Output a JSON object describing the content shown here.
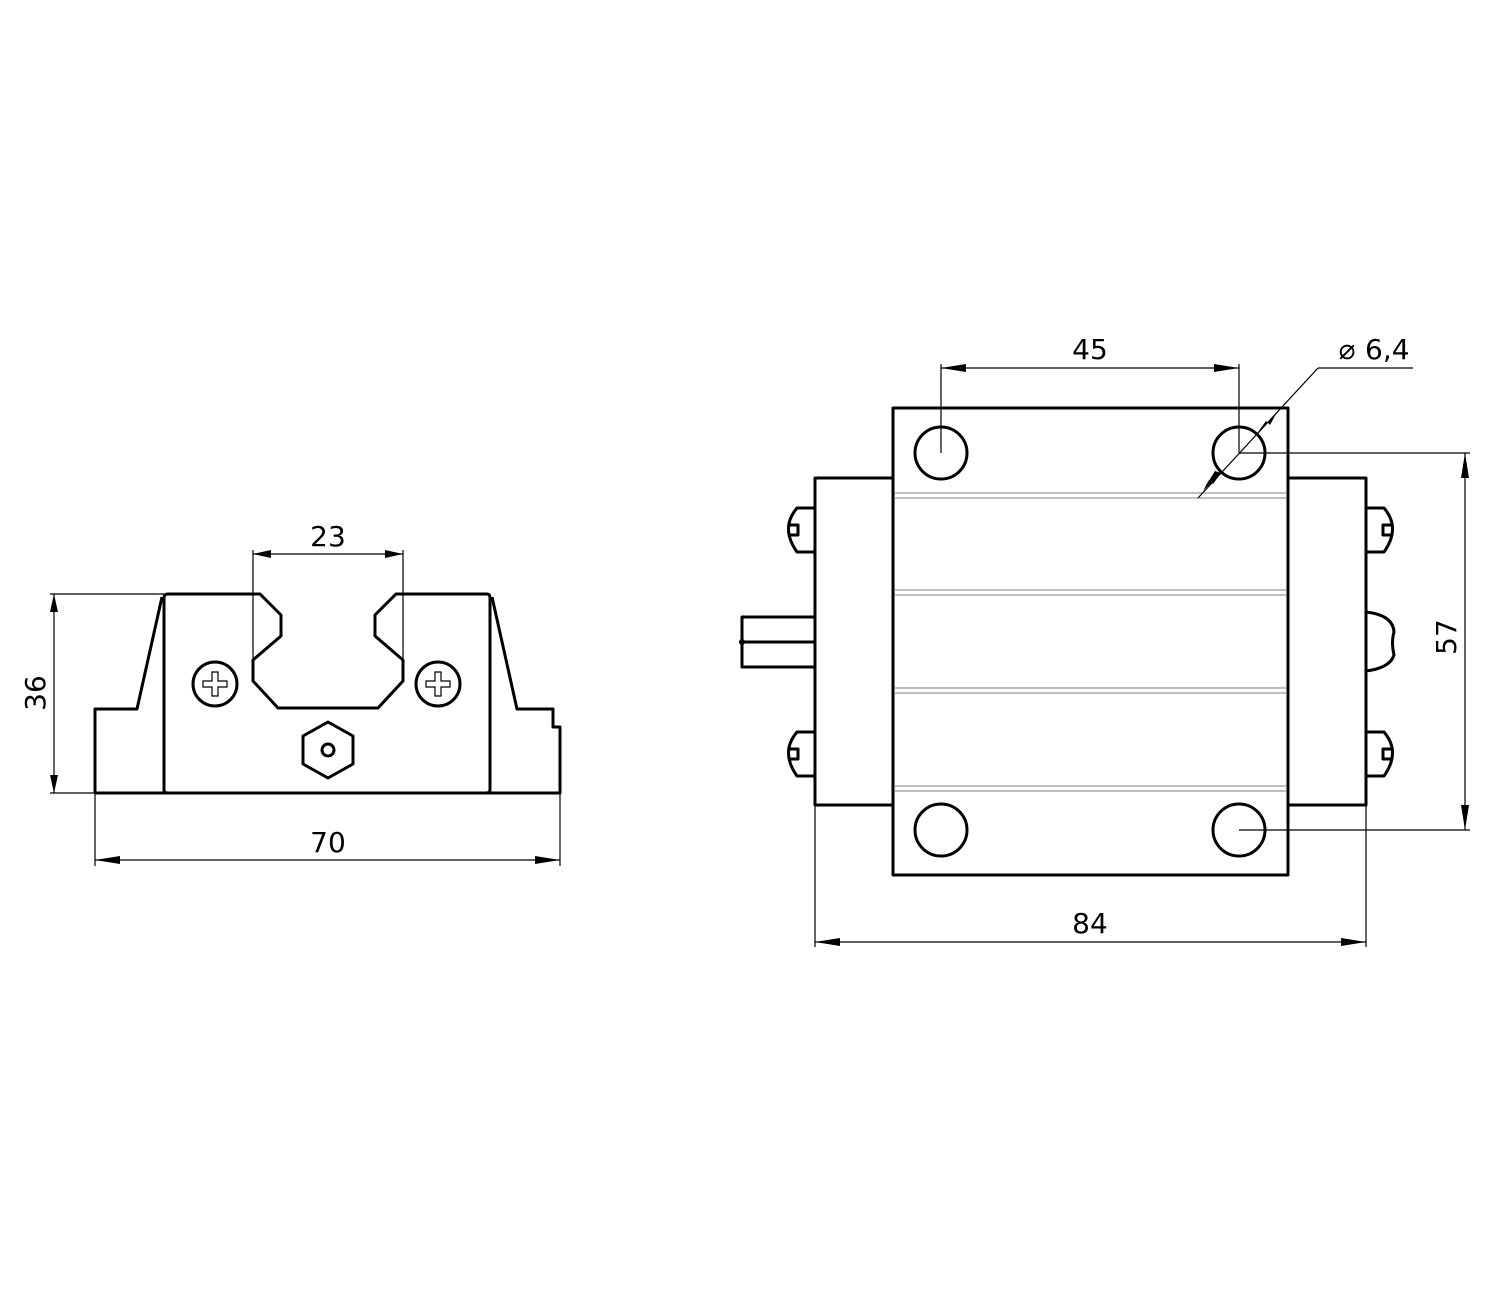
{
  "front_view": {
    "dim_height": "36",
    "dim_rail_width": "23",
    "dim_width": "70"
  },
  "top_view": {
    "dim_hole_spacing_x": "45",
    "dim_hole_diameter": "6,4",
    "diameter_symbol": "⌀",
    "dim_hole_spacing_y": "57",
    "dim_length": "84"
  }
}
